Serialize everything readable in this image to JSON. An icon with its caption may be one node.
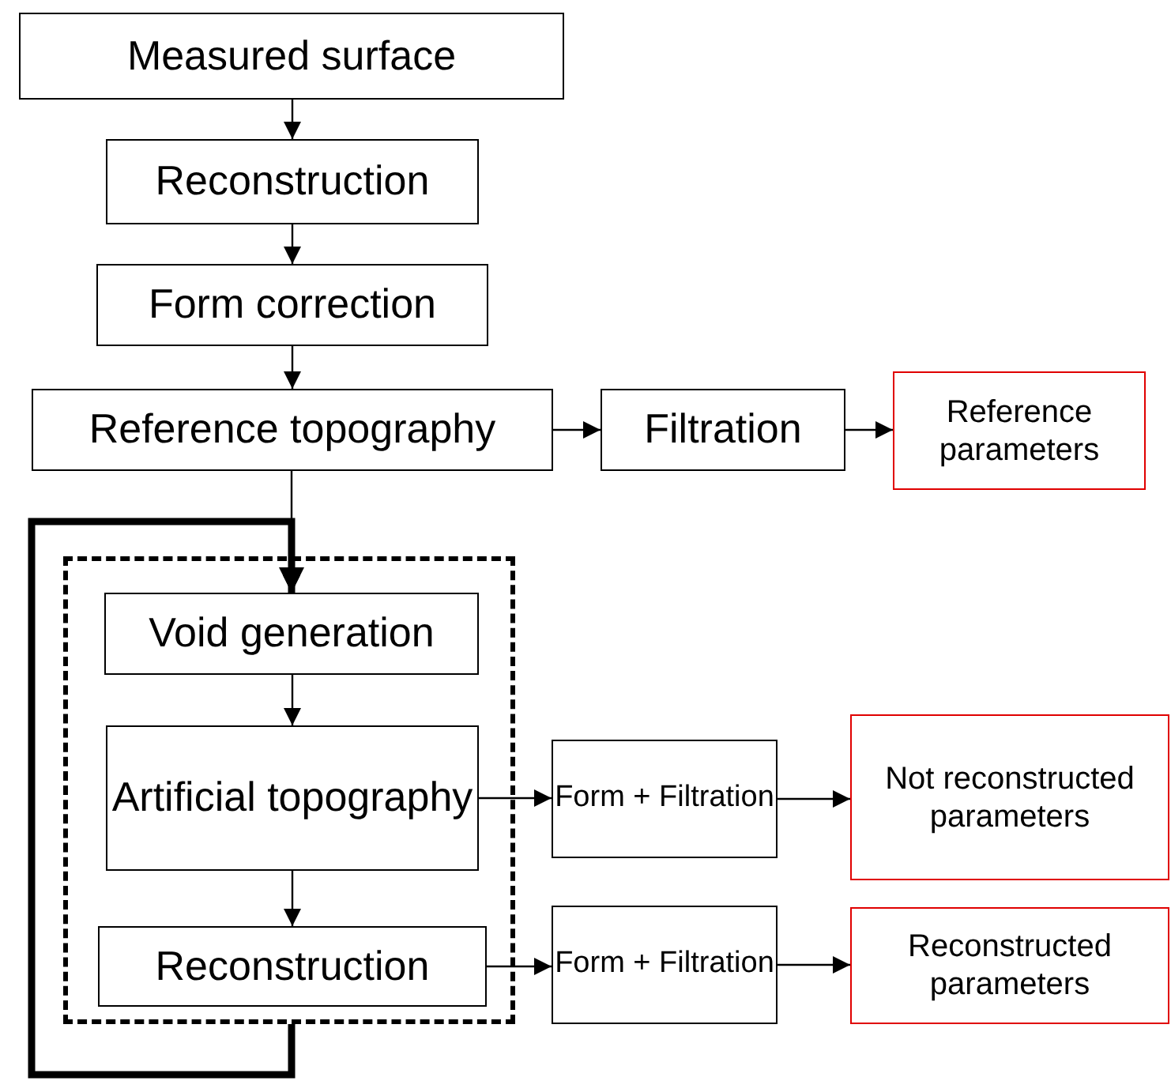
{
  "diagram": {
    "nodes": [
      {
        "text": [
          "Measured surface"
        ]
      },
      {
        "text": [
          "Reconstruction"
        ]
      },
      {
        "text": [
          "Form correction"
        ]
      },
      {
        "text": [
          "Reference topography"
        ]
      },
      {
        "text": [
          "Filtration"
        ]
      },
      {
        "text": [
          "Reference parameters"
        ]
      },
      {
        "text": [],
        "shape": "box"
      },
      {
        "text": [
          "Void generation"
        ],
        "in": 6
      },
      {
        "text": [
          "Artificial topography"
        ],
        "in": 6
      },
      {
        "text": [
          "Reconstruction"
        ],
        "in": 6
      },
      {
        "text": [
          "Form + Filtration"
        ]
      },
      {
        "text": [
          "Not reconstructed parameters"
        ]
      },
      {
        "text": [
          "Form + Filtration"
        ]
      },
      {
        "text": [
          "Reconstructed parameters"
        ]
      }
    ],
    "edges": [
      {
        "from": 0,
        "to": 1,
        "arrow": "to"
      },
      {
        "from": 1,
        "to": 2,
        "arrow": "to"
      },
      {
        "from": 2,
        "to": 3,
        "arrow": "to"
      },
      {
        "from": 3,
        "to": 4,
        "arrow": "to"
      },
      {
        "from": 4,
        "to": 5,
        "arrow": "to"
      },
      {
        "from": 3,
        "to": 7,
        "arrow": "to"
      },
      {
        "from": 6,
        "to": 7,
        "arrow": "to",
        "style": "thick"
      },
      {
        "from": 7,
        "to": 8,
        "arrow": "to"
      },
      {
        "from": 8,
        "to": 9,
        "arrow": "to"
      },
      {
        "from": 8,
        "to": 10,
        "arrow": "to"
      },
      {
        "from": 10,
        "to": 11,
        "arrow": "to"
      },
      {
        "from": 9,
        "to": 12,
        "arrow": "to"
      },
      {
        "from": 12,
        "to": 13,
        "arrow": "to"
      }
    ]
  }
}
